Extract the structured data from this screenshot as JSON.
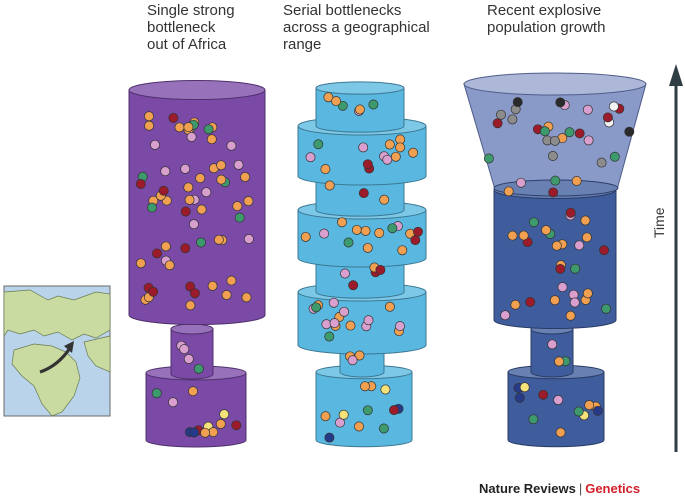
{
  "titles": {
    "panel1": "Single strong\nbottleneck\nout of Africa",
    "panel2": "Serial bottlenecks\nacross a geographical\nrange",
    "panel3": "Recent explosive\npopulation growth"
  },
  "axis": {
    "time_label": "Time"
  },
  "credit": {
    "publisher": "Nature Reviews",
    "separator": "|",
    "journal": "Genetics"
  },
  "colors": {
    "purple": "#7a4aa6",
    "light_blue": "#5ab8e0",
    "dark_blue": "#3f5c9c",
    "funnel_blue": "#8a9ac8",
    "dots": {
      "pink": "#d9a0cf",
      "orange": "#f0a050",
      "green": "#3d9a6c",
      "red": "#9b1b2a",
      "navy": "#273a8a",
      "yellow": "#f5e27a",
      "grey": "#8c8c8c",
      "black": "#2a2a2a",
      "white": "#f2f2f2"
    }
  },
  "icons": [
    "world-map-icon",
    "migration-arrow-icon",
    "time-arrow-icon"
  ]
}
